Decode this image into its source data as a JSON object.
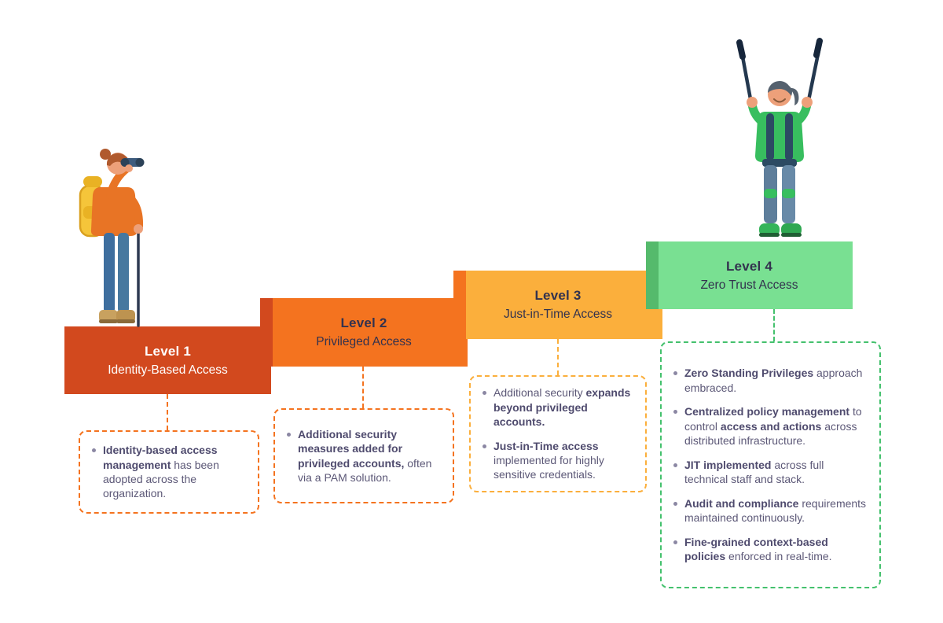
{
  "palette": {
    "background": "#FFFFFF",
    "body_text": "#5C5877",
    "body_text_bold": "#4F4B6E"
  },
  "levels": [
    {
      "label": "Level 1",
      "name": "Identity-Based Access",
      "colors": {
        "block": "#D2491E",
        "tab": "",
        "accent": "#F4731F",
        "block_text": "#FFFFFF"
      },
      "bullets": [
        {
          "segments": [
            {
              "text": "Identity-based access management",
              "bold": true
            },
            {
              "text": " has been adopted across the organization.",
              "bold": false
            }
          ]
        }
      ]
    },
    {
      "label": "Level 2",
      "name": "Privileged Access",
      "colors": {
        "block": "#F4731F",
        "tab": "#D2491E",
        "accent": "#F4731F",
        "block_text": "#33324E"
      },
      "bullets": [
        {
          "segments": [
            {
              "text": "Additional security measures added for privileged accounts,",
              "bold": true
            },
            {
              "text": " often via a PAM solution.",
              "bold": false
            }
          ]
        }
      ]
    },
    {
      "label": "Level 3",
      "name": "Just-in-Time Access",
      "colors": {
        "block": "#FBAF3C",
        "tab": "#F4731F",
        "accent": "#FBAF3C",
        "block_text": "#33324E"
      },
      "bullets": [
        {
          "segments": [
            {
              "text": "Additional security ",
              "bold": false
            },
            {
              "text": "expands beyond privileged accounts.",
              "bold": true
            }
          ]
        },
        {
          "segments": [
            {
              "text": "Just-in-Time access",
              "bold": true
            },
            {
              "text": " implemented for highly sensitive credentials.",
              "bold": false
            }
          ]
        }
      ]
    },
    {
      "label": "Level 4",
      "name": "Zero Trust Access",
      "colors": {
        "block": "#79E092",
        "tab": "#55BA6C",
        "accent": "#44C16D",
        "block_text": "#33324E"
      },
      "bullets": [
        {
          "segments": [
            {
              "text": "Zero Standing Privileges",
              "bold": true
            },
            {
              "text": " approach embraced.",
              "bold": false
            }
          ]
        },
        {
          "segments": [
            {
              "text": "Centralized policy management",
              "bold": true
            },
            {
              "text": " to control ",
              "bold": false
            },
            {
              "text": "access and actions",
              "bold": true
            },
            {
              "text": " across distributed infrastructure.",
              "bold": false
            }
          ]
        },
        {
          "segments": [
            {
              "text": "JIT implemented",
              "bold": true
            },
            {
              "text": " across full technical staff and stack.",
              "bold": false
            }
          ]
        },
        {
          "segments": [
            {
              "text": "Audit and compliance",
              "bold": true
            },
            {
              "text": " requirements maintained continuously.",
              "bold": false
            }
          ]
        },
        {
          "segments": [
            {
              "text": "Fine-grained context-based policies",
              "bold": true
            },
            {
              "text": " enforced in real-time.",
              "bold": false
            }
          ]
        }
      ]
    }
  ],
  "illustrations": [
    {
      "name": "hiker-with-binoculars"
    },
    {
      "name": "hiker-celebrating"
    }
  ]
}
